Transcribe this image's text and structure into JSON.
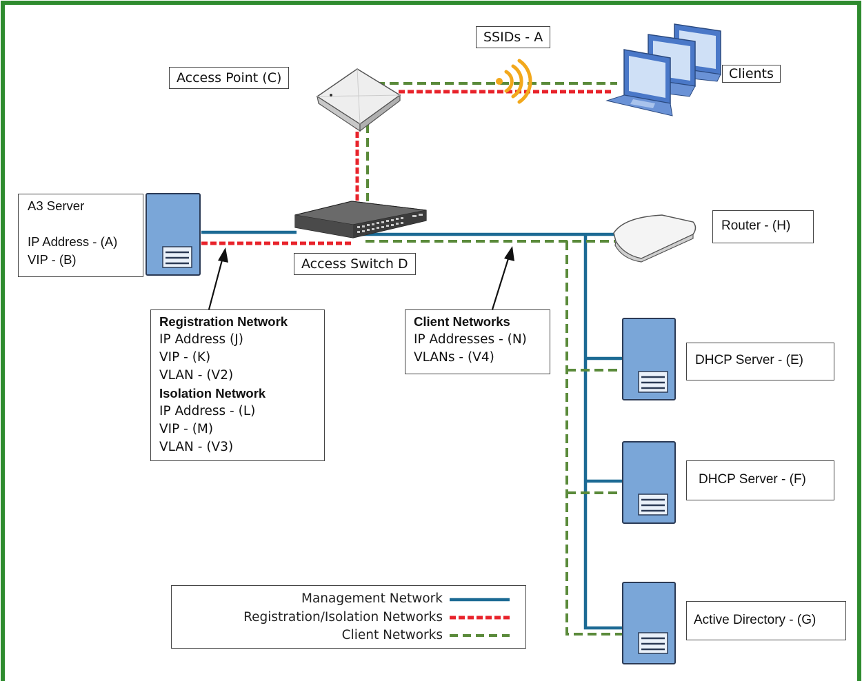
{
  "frame_color": "#2e8b2e",
  "colors": {
    "management": "#1c6a94",
    "registration": "#e8232b",
    "client": "#5a8a3a",
    "server_body": "#7aa6d8",
    "wifi": "#f2a81c"
  },
  "labels": {
    "ssids": "SSIDs - A",
    "access_point": "Access Point (C)",
    "clients": "Clients",
    "router": "Router - (H)",
    "access_switch": "Access Switch D",
    "dhcp_e": "DHCP Server - (E)",
    "dhcp_f": "DHCP Server - (F)",
    "active_directory": "Active Directory - (G)"
  },
  "a3_server": {
    "title": "A3 Server",
    "ip": "IP Address - (A)",
    "vip": "VIP - (B)"
  },
  "registration_block": {
    "reg_title": "Registration Network",
    "reg_ip": "IP Address (J)",
    "reg_vip": "VIP - (K)",
    "reg_vlan": "VLAN - (V2)",
    "iso_title": "Isolation Network",
    "iso_ip": "IP Address - (L)",
    "iso_vip": "VIP - (M)",
    "iso_vlan": "VLAN - (V3)"
  },
  "client_block": {
    "title": "Client Networks",
    "ips": "IP Addresses - (N)",
    "vlans": "VLANs - (V4)"
  },
  "legend": [
    {
      "label": "Management Network",
      "style": "solid",
      "color": "#1c6a94"
    },
    {
      "label": "Registration/Isolation Networks",
      "style": "dashed",
      "color": "#e8232b"
    },
    {
      "label": "Client Networks",
      "style": "dashed",
      "color": "#5a8a3a"
    }
  ]
}
